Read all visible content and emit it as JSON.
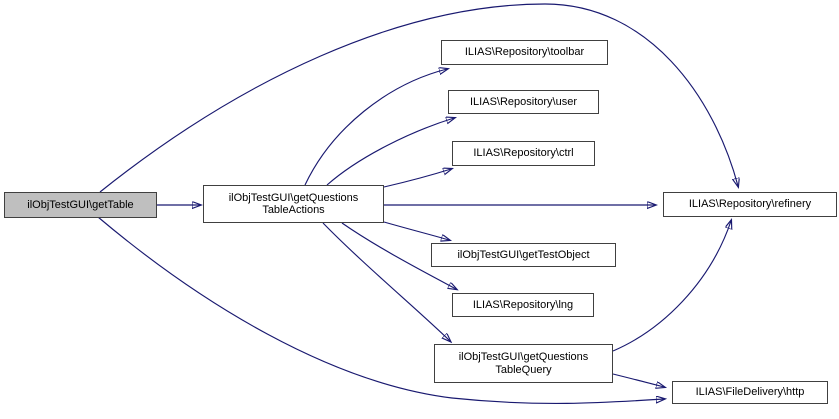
{
  "graph": {
    "type": "call-graph",
    "root_function": "ilObjTestGUI\\getTable",
    "colors": {
      "edge": "#191970",
      "node_border": "#404040",
      "node_fill": "#ffffff",
      "highlight_fill": "#bfbfbf",
      "text": "#000000",
      "background": "#ffffff"
    },
    "nodes": [
      {
        "id": "getTable",
        "highlighted": true,
        "lines": [
          "ilObjTestGUI\\getTable"
        ]
      },
      {
        "id": "getQuestionsTableActions",
        "highlighted": false,
        "lines": [
          "ilObjTestGUI\\getQuestions",
          "TableActions"
        ]
      },
      {
        "id": "toolbar",
        "highlighted": false,
        "lines": [
          "ILIAS\\Repository\\toolbar"
        ]
      },
      {
        "id": "user",
        "highlighted": false,
        "lines": [
          "ILIAS\\Repository\\user"
        ]
      },
      {
        "id": "ctrl",
        "highlighted": false,
        "lines": [
          "ILIAS\\Repository\\ctrl"
        ]
      },
      {
        "id": "refinery",
        "highlighted": false,
        "lines": [
          "ILIAS\\Repository\\refinery"
        ]
      },
      {
        "id": "getTestObject",
        "highlighted": false,
        "lines": [
          "ilObjTestGUI\\getTestObject"
        ]
      },
      {
        "id": "lng",
        "highlighted": false,
        "lines": [
          "ILIAS\\Repository\\lng"
        ]
      },
      {
        "id": "getQuestionsTableQuery",
        "highlighted": false,
        "lines": [
          "ilObjTestGUI\\getQuestions",
          "TableQuery"
        ]
      },
      {
        "id": "http",
        "highlighted": false,
        "lines": [
          "ILIAS\\FileDelivery\\http"
        ]
      }
    ],
    "edges": [
      {
        "from": "ilObjTestGUI\\getTable",
        "to": "ilObjTestGUI\\getQuestionsTableActions"
      },
      {
        "from": "ilObjTestGUI\\getTable",
        "to": "ILIAS\\Repository\\refinery"
      },
      {
        "from": "ilObjTestGUI\\getTable",
        "to": "ILIAS\\FileDelivery\\http"
      },
      {
        "from": "ilObjTestGUI\\getQuestionsTableActions",
        "to": "ILIAS\\Repository\\toolbar"
      },
      {
        "from": "ilObjTestGUI\\getQuestionsTableActions",
        "to": "ILIAS\\Repository\\user"
      },
      {
        "from": "ilObjTestGUI\\getQuestionsTableActions",
        "to": "ILIAS\\Repository\\ctrl"
      },
      {
        "from": "ilObjTestGUI\\getQuestionsTableActions",
        "to": "ILIAS\\Repository\\refinery"
      },
      {
        "from": "ilObjTestGUI\\getQuestionsTableActions",
        "to": "ilObjTestGUI\\getTestObject"
      },
      {
        "from": "ilObjTestGUI\\getQuestionsTableActions",
        "to": "ILIAS\\Repository\\lng"
      },
      {
        "from": "ilObjTestGUI\\getQuestionsTableActions",
        "to": "ilObjTestGUI\\getQuestionsTableQuery"
      },
      {
        "from": "ilObjTestGUI\\getQuestionsTableQuery",
        "to": "ILIAS\\Repository\\refinery"
      },
      {
        "from": "ilObjTestGUI\\getQuestionsTableQuery",
        "to": "ILIAS\\FileDelivery\\http"
      }
    ]
  }
}
